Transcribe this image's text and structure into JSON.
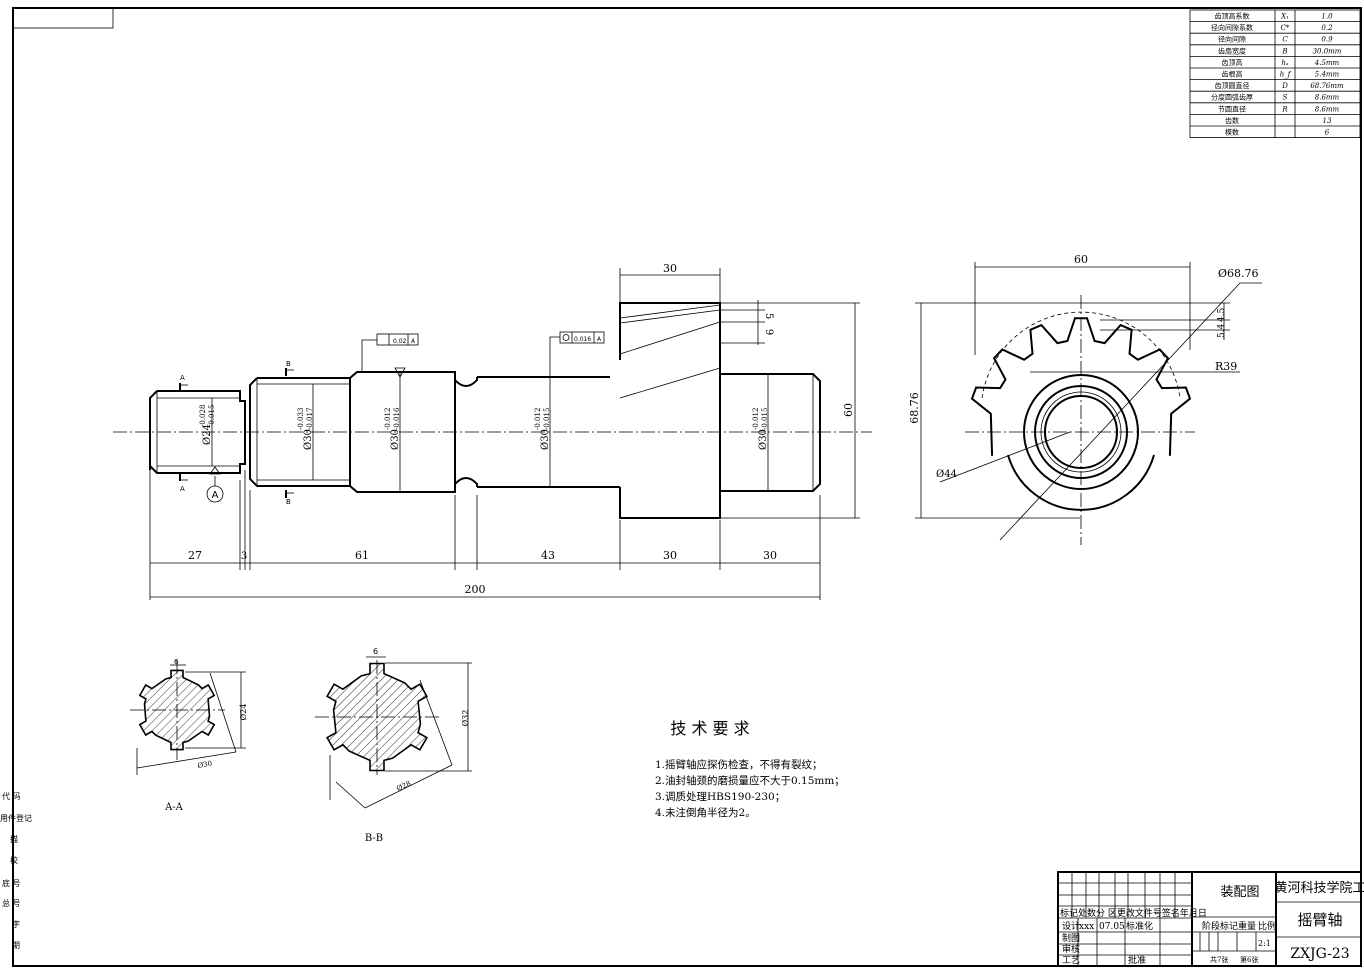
{
  "gear_params": [
    {
      "name": "齿顶高系数",
      "sym": "X₁",
      "val": "1.0"
    },
    {
      "name": "径向间隙系数",
      "sym": "C*",
      "val": "0.2"
    },
    {
      "name": "径向间隙",
      "sym": "C",
      "val": "0.9"
    },
    {
      "name": "齿扇宽度",
      "sym": "B",
      "val": "30.0mm"
    },
    {
      "name": "齿顶高",
      "sym": "hₐ",
      "val": "4.5mm"
    },
    {
      "name": "齿根高",
      "sym": "h_f",
      "val": "5.4mm"
    },
    {
      "name": "齿顶圆直径",
      "sym": "D",
      "val": "68.76mm"
    },
    {
      "name": "分度圆弧齿厚",
      "sym": "S",
      "val": "8.6mm"
    },
    {
      "name": "节圆直径",
      "sym": "R",
      "val": "8.6mm"
    },
    {
      "name": "齿数",
      "sym": "",
      "val": "13"
    },
    {
      "name": "模数",
      "sym": "",
      "val": "6"
    }
  ],
  "dims": {
    "d30": "30",
    "d5": "5",
    "d9": "9",
    "d60_right": "60",
    "d_phi24": "Ø24",
    "d_phi24_tol_up": "-0.028",
    "d_phi24_tol_lo": "-0.015",
    "d_phi30a": "Ø30",
    "d_phi30a_tol_up": "-0.033",
    "d_phi30a_tol_lo": "-0.017",
    "d_phi30b": "Ø30",
    "d_phi30b_tol_up": "-0.012",
    "d_phi30b_tol_lo": "-0.016",
    "d_phi30c": "Ø30",
    "d_phi30c_tol_up": "-0.012",
    "d_phi30c_tol_lo": "-0.015",
    "d_phi30d": "Ø30",
    "d_phi30d_tol_up": "-0.012",
    "d_phi30d_tol_lo": "-0.015",
    "seg27": "27",
    "seg3": "3",
    "seg61": "61",
    "seg43": "43",
    "seg30a": "30",
    "seg30b": "30",
    "total200": "200",
    "tol1": "0.02",
    "tol1_ref": "A",
    "tol2": "0.016",
    "tol2_ref": "A",
    "sec_A": "A",
    "sec_B": "B",
    "datum_A": "A",
    "e60": "60",
    "e_phi6876": "Ø68.76",
    "e6876": "68.76",
    "e_r39": "R39",
    "e_phi44": "Ø44",
    "e45": "5.4",
    "e_45b": "4.5",
    "sAA_6": "6",
    "sAA_24": "Ø24",
    "sAA_30": "Ø30",
    "sAA_label": "A-A",
    "sBB_6": "6",
    "sBB_32": "Ø32",
    "sBB_28": "Ø28",
    "sBB_label": "B-B"
  },
  "tech": {
    "title": "技 术 要 求",
    "items": [
      "1.摇臂轴应探伤检查，不得有裂纹；",
      "2.油封轴颈的磨损量应不大于0.15mm；",
      "3.调质处理HBS190-230；",
      "4.未注倒角半径为2。"
    ]
  },
  "side_labels": [
    "代 码",
    "用件登记",
    "描",
    "校",
    "底 号",
    "总 号",
    "字",
    "期"
  ],
  "title_block": {
    "assembly": "装配图",
    "school": "黄河科技学院工",
    "part": "摇臂轴",
    "code": "ZXJG-23",
    "row_hdr": "标记处数分 区更改文件号签名年月日",
    "design": "设计",
    "designer": "xxx",
    "date": "07.05",
    "standard": "标准化",
    "draw": "制图",
    "check": "审核",
    "craft": "工艺",
    "approve": "批准",
    "stage": "阶段标记",
    "weight": "重量",
    "scale_lbl": "比例",
    "scale": "2:1",
    "sheets": "共7张",
    "sheet_no": "第6张"
  }
}
